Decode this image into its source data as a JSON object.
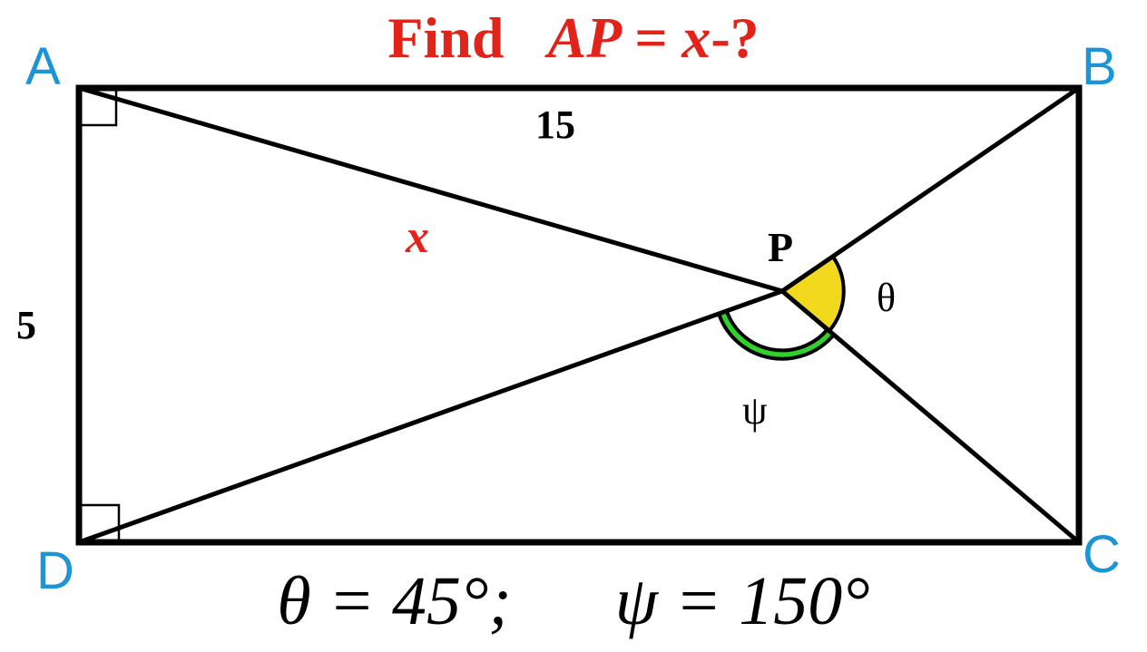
{
  "title": {
    "find_word": "Find",
    "expression": "AP = x",
    "suffix": "-?"
  },
  "vertices": {
    "A": "A",
    "B": "B",
    "C": "C",
    "D": "D",
    "P": "P"
  },
  "sides": {
    "top_length": "15",
    "left_length": "5"
  },
  "unknown_label": "x",
  "angles": {
    "theta_symbol": "θ",
    "psi_symbol": "ψ",
    "theta_color": "#f2d91d",
    "psi_color": "#2fd12a"
  },
  "given": {
    "theta_text": "θ = 45°;",
    "psi_text": "ψ = 150°"
  },
  "colors": {
    "title": "#e2231a",
    "vertex_labels": "#1b95d6",
    "lines": "#000000"
  }
}
